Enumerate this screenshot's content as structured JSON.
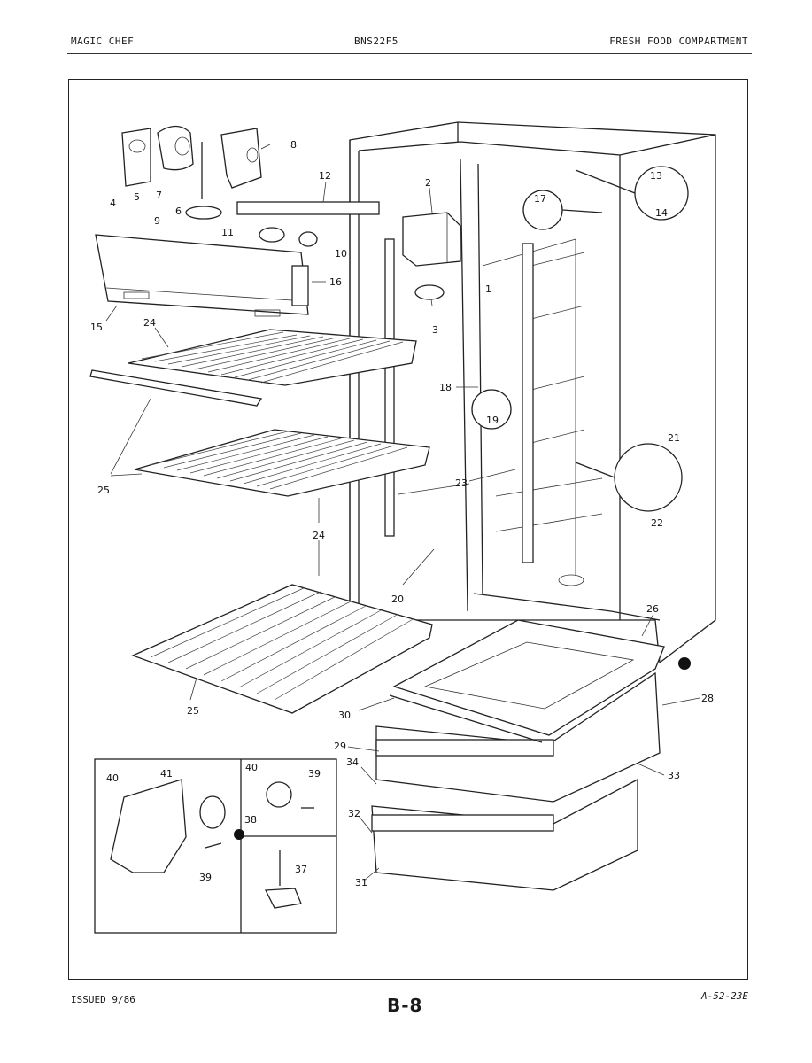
{
  "header": {
    "brand": "MAGIC CHEF",
    "model": "BNS22F5",
    "section": "FRESH FOOD COMPARTMENT"
  },
  "footer": {
    "issued": "ISSUED 9/86",
    "page": "B-8",
    "doc_code": "A-52-23E"
  },
  "callouts": {
    "c1": "1",
    "c2": "2",
    "c3": "3",
    "c4": "4",
    "c5": "5",
    "c6": "6",
    "c7": "7",
    "c8": "8",
    "c9": "9",
    "c10": "10",
    "c11": "11",
    "c12": "12",
    "c13": "13",
    "c14": "14",
    "c15": "15",
    "c16": "16",
    "c17": "17",
    "c18": "18",
    "c19": "19",
    "c20": "20",
    "c21": "21",
    "c22": "22",
    "c23": "23",
    "c24a": "24",
    "c24b": "24",
    "c25a": "25",
    "c25b": "25",
    "c26": "26",
    "c28": "28",
    "c29": "29",
    "c30": "30",
    "c31": "31",
    "c32": "32",
    "c33": "33",
    "c34": "34",
    "c37": "37",
    "c38": "38",
    "c39a": "39",
    "c39b": "39",
    "c40a": "40",
    "c40b": "40",
    "c41": "41"
  }
}
